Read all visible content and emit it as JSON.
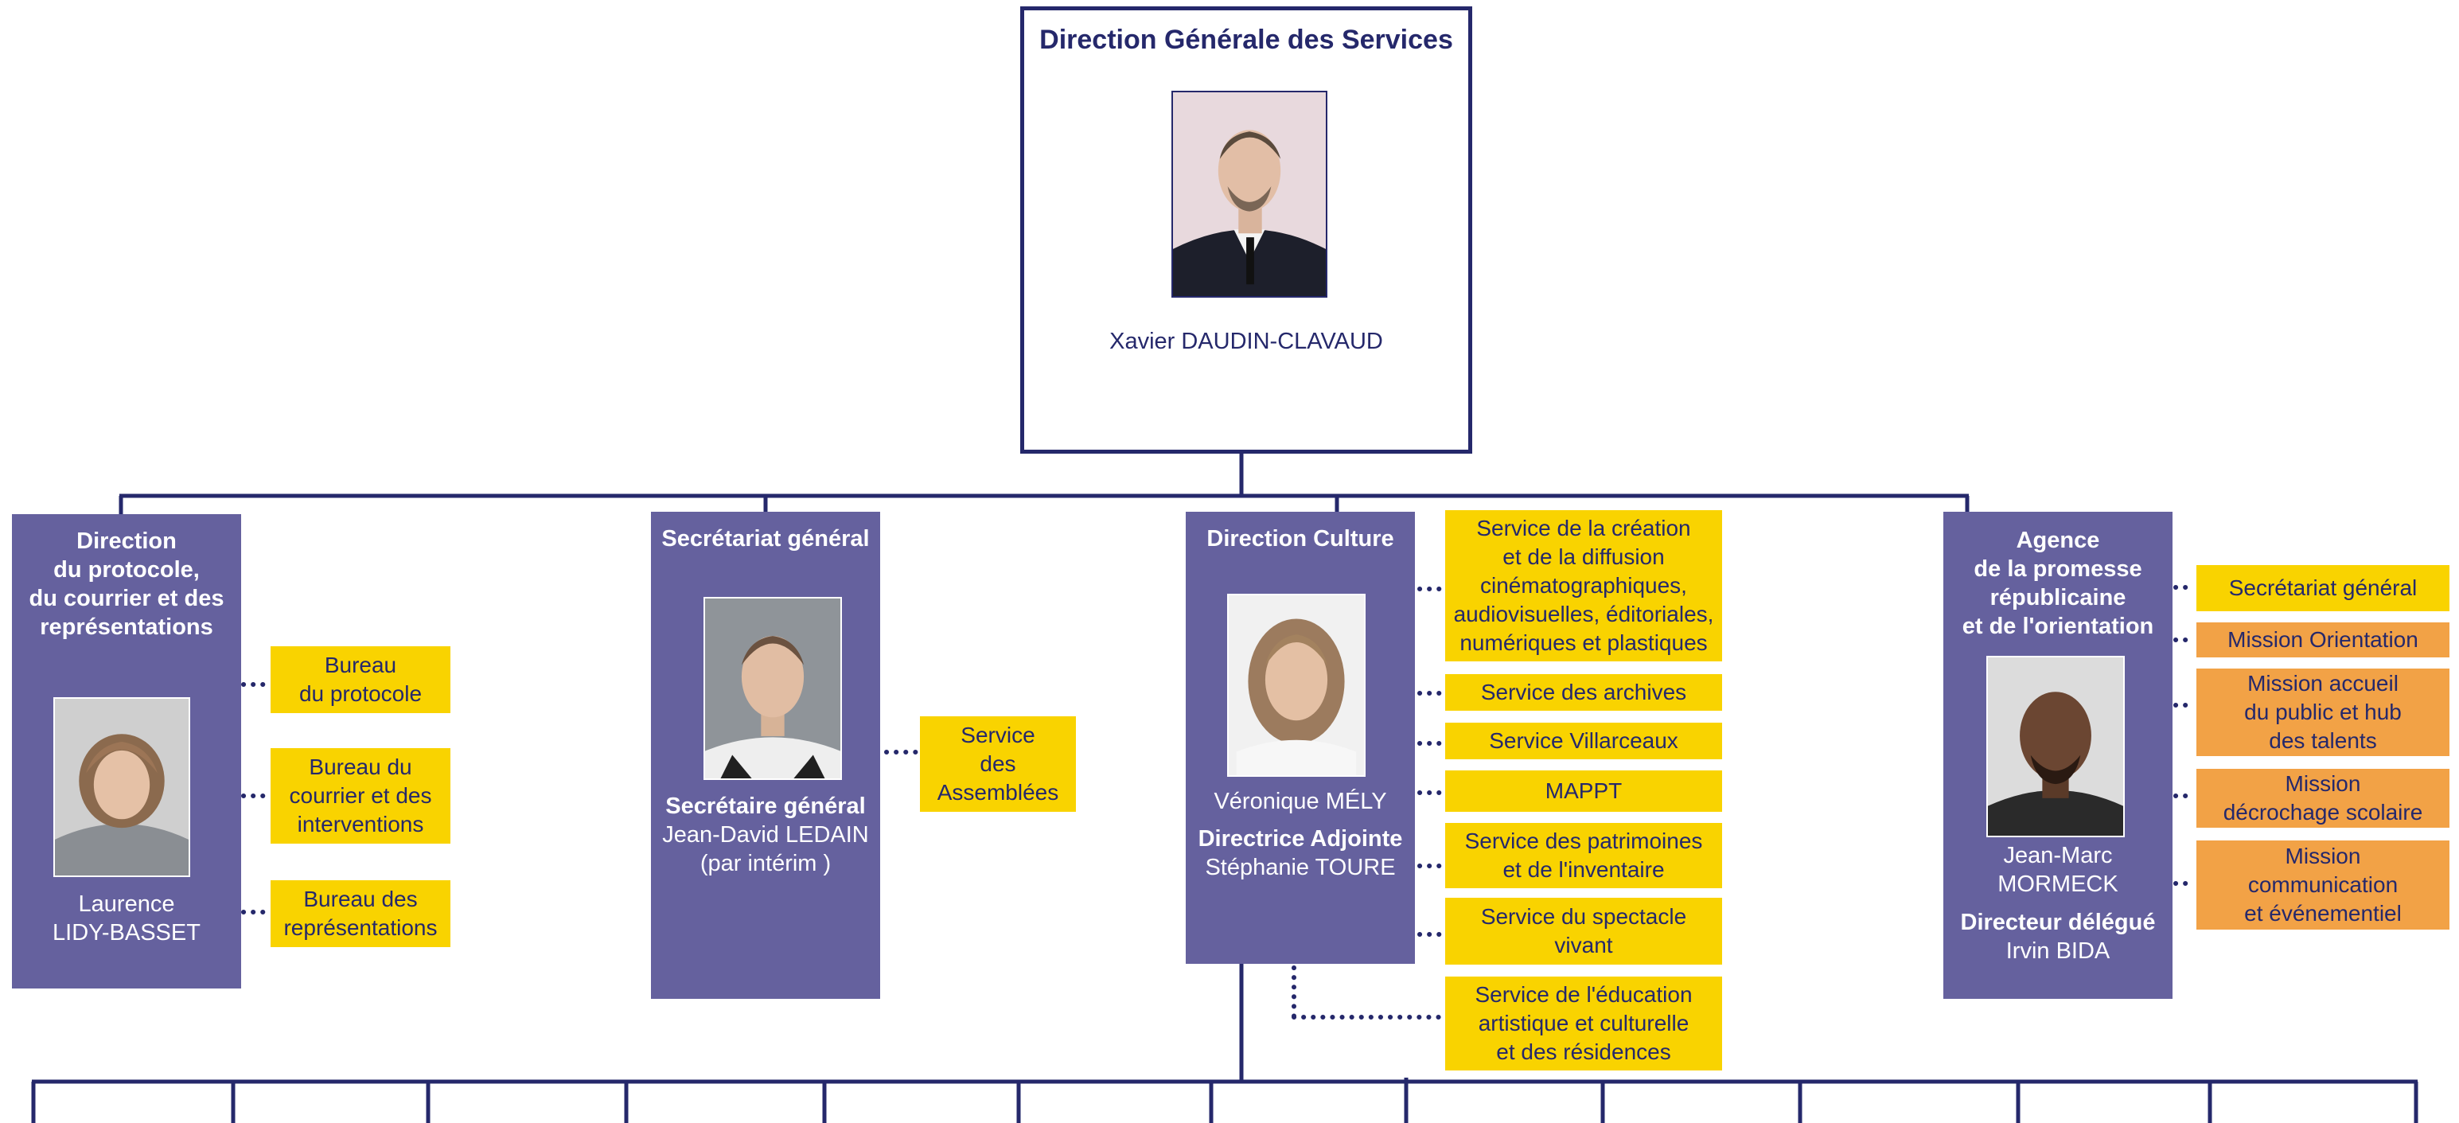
{
  "top": {
    "title": "Direction Générale des Services",
    "name": "Xavier DAUDIN-CLAVAUD"
  },
  "protocole": {
    "title": "Direction\ndu protocole,\ndu courrier et des\nreprésentations",
    "name": "Laurence\nLIDY-BASSET",
    "services": [
      "Bureau\ndu protocole",
      "Bureau du\ncourrier et des\ninterventions",
      "Bureau des\nreprésentations"
    ]
  },
  "secretariat": {
    "title": "Secrétariat général",
    "role": "Secrétaire général",
    "name": "Jean-David LEDAIN\n(par intérim )",
    "services": [
      "Service\ndes\nAssemblées"
    ]
  },
  "culture": {
    "title": "Direction Culture",
    "name": "Véronique MÉLY",
    "role": "Directrice Adjointe",
    "deputy": "Stéphanie TOURE",
    "services": [
      "Service de la création\net de la diffusion\ncinématographiques,\naudiovisuelles, éditoriales,\nnumériques et plastiques",
      "Service des archives",
      "Service  Villarceaux",
      "MAPPT",
      "Service des patrimoines\net de l'inventaire",
      "Service du spectacle\nvivant",
      "Service de l'éducation\nartistique et culturelle\net des résidences"
    ]
  },
  "agence": {
    "title": "Agence\nde la promesse\nrépublicaine\net de l'orientation",
    "name": "Jean-Marc\nMORMECK",
    "role": "Directeur délégué",
    "deputy": "Irvin BIDA",
    "services": [
      "Secrétariat général",
      "Mission Orientation",
      "Mission accueil\ndu public et hub\ndes talents",
      "Mission\ndécrochage scolaire",
      "Mission\ncommunication\net événementiel"
    ]
  },
  "colors": {
    "navy": "#25286b",
    "purple": "#65619e",
    "yellow": "#f9d300",
    "orange": "#f2a246"
  }
}
